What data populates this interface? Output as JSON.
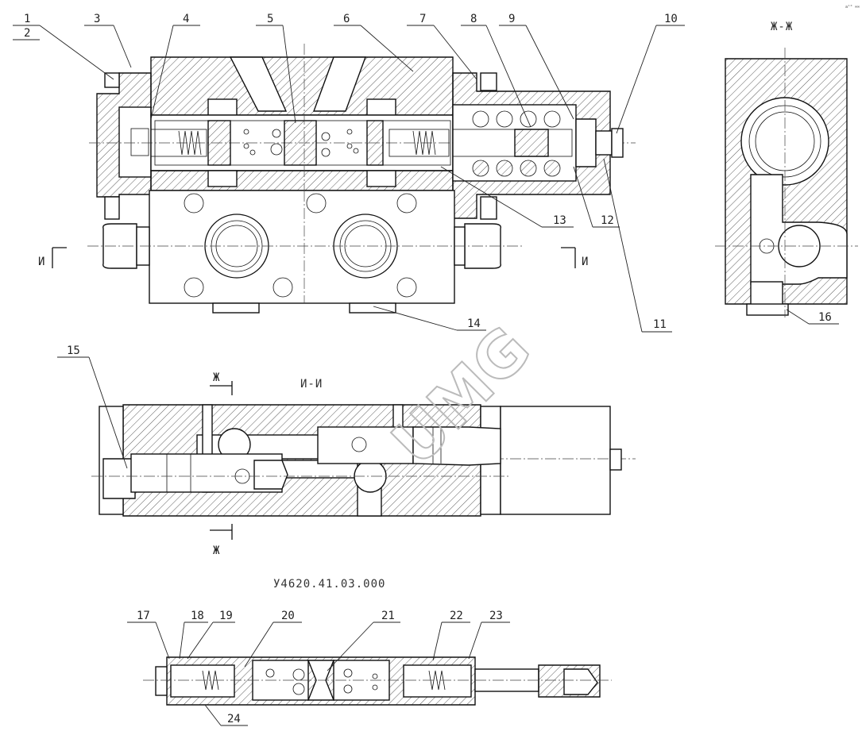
{
  "drawing": {
    "part_number": "У4620.41.03.000",
    "section_views": {
      "main_section_label": "И-И",
      "side_section_label": "Ж-Ж",
      "cut_mark_i": "И",
      "cut_mark_zh": "Ж"
    },
    "callouts": [
      "1",
      "2",
      "3",
      "4",
      "5",
      "6",
      "7",
      "8",
      "9",
      "10",
      "11",
      "12",
      "13",
      "14",
      "15",
      "16",
      "17",
      "18",
      "19",
      "20",
      "21",
      "22",
      "23",
      "24"
    ],
    "watermark": "UMG",
    "corner_note": "a¹⁰ ∞∞"
  }
}
